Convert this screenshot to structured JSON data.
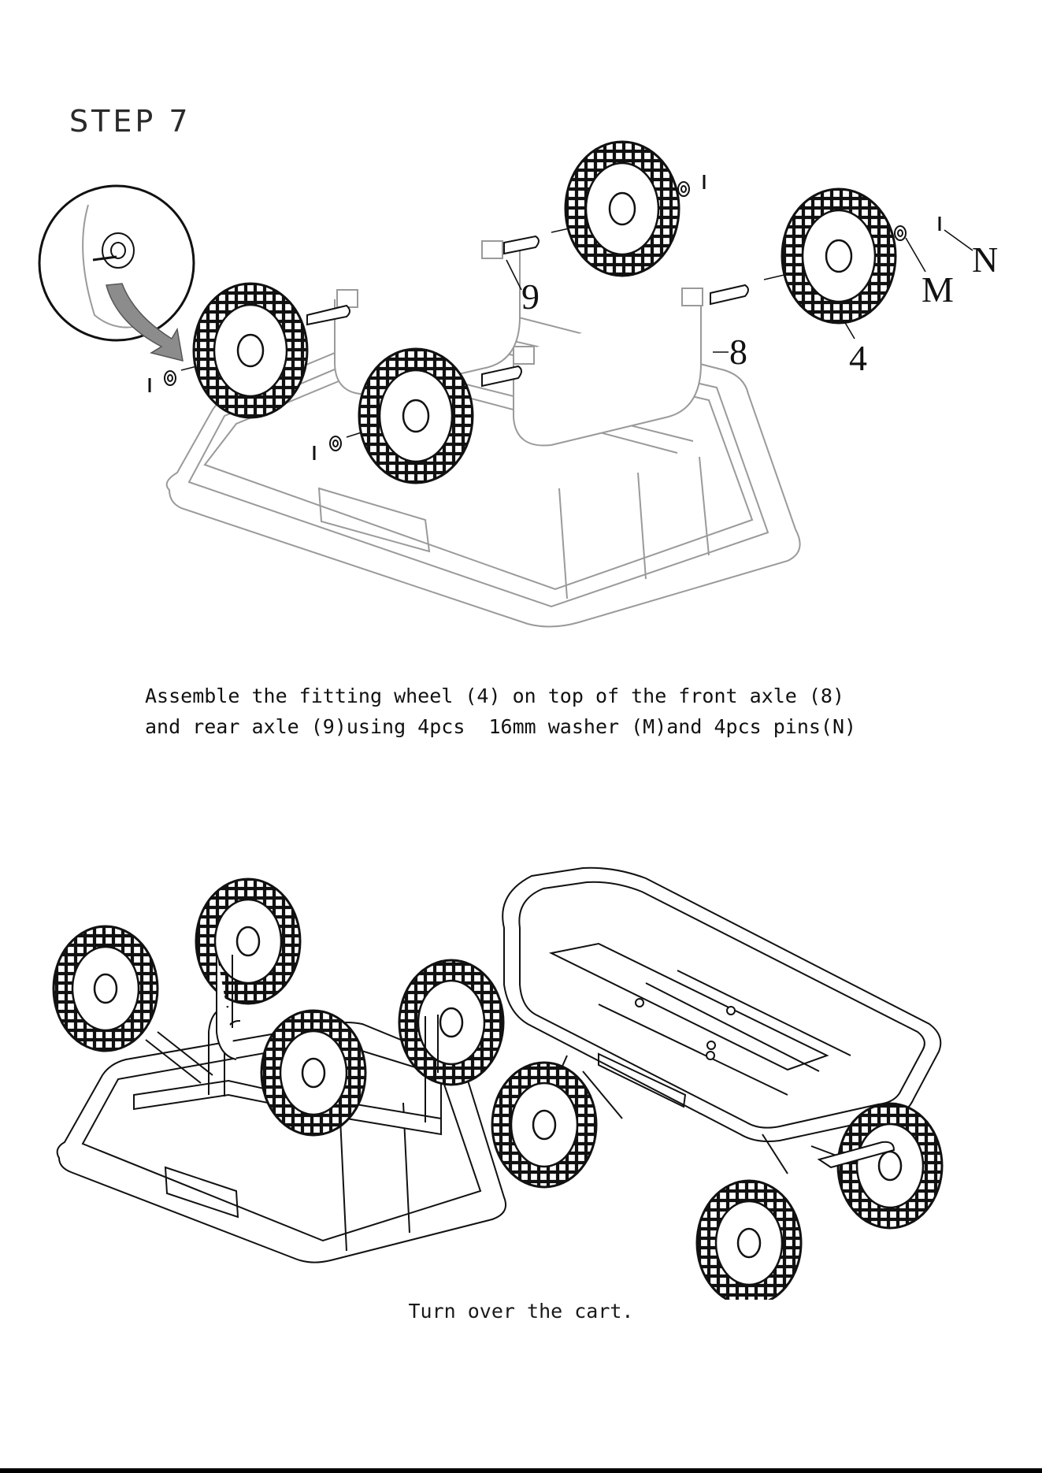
{
  "step": {
    "title": "STEP 7"
  },
  "instructions": {
    "line1": "Assemble the fitting wheel (4) on top of the front axle (8)",
    "line2": "and rear axle (9)using 4pcs  16mm washer (M)and 4pcs pins(N)"
  },
  "callouts": {
    "wheel": "4",
    "front_axle": "8",
    "rear_axle": "9",
    "washer": "M",
    "pin": "N"
  },
  "caption": "Turn over the cart.",
  "colors": {
    "line": "#1a1a1a",
    "light_line": "#9a9a9a",
    "arrow": "#8c8c8c"
  }
}
